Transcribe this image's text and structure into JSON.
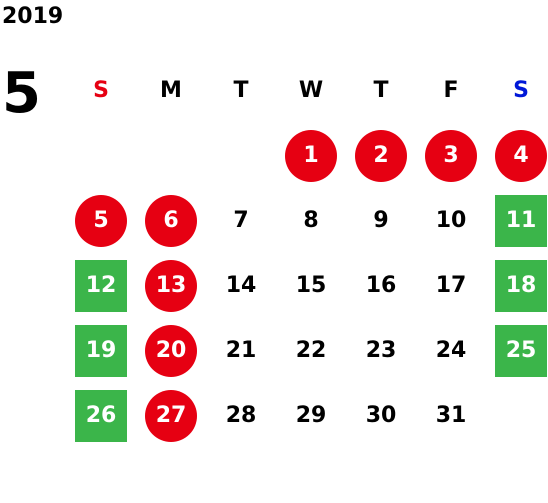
{
  "year": "2019",
  "month": "5",
  "weekdays": [
    {
      "label": "S",
      "kind": "sun"
    },
    {
      "label": "M",
      "kind": ""
    },
    {
      "label": "T",
      "kind": ""
    },
    {
      "label": "W",
      "kind": ""
    },
    {
      "label": "T",
      "kind": ""
    },
    {
      "label": "F",
      "kind": ""
    },
    {
      "label": "S",
      "kind": "sat"
    }
  ],
  "leading_blanks": 3,
  "days": [
    {
      "day": "1",
      "style": "holiday"
    },
    {
      "day": "2",
      "style": "holiday"
    },
    {
      "day": "3",
      "style": "holiday"
    },
    {
      "day": "4",
      "style": "holiday"
    },
    {
      "day": "5",
      "style": "holiday"
    },
    {
      "day": "6",
      "style": "holiday"
    },
    {
      "day": "7",
      "style": "normal"
    },
    {
      "day": "8",
      "style": "normal"
    },
    {
      "day": "9",
      "style": "normal"
    },
    {
      "day": "10",
      "style": "normal"
    },
    {
      "day": "11",
      "style": "weekend"
    },
    {
      "day": "12",
      "style": "weekend"
    },
    {
      "day": "13",
      "style": "holiday"
    },
    {
      "day": "14",
      "style": "normal"
    },
    {
      "day": "15",
      "style": "normal"
    },
    {
      "day": "16",
      "style": "normal"
    },
    {
      "day": "17",
      "style": "normal"
    },
    {
      "day": "18",
      "style": "weekend"
    },
    {
      "day": "19",
      "style": "weekend"
    },
    {
      "day": "20",
      "style": "holiday"
    },
    {
      "day": "21",
      "style": "normal"
    },
    {
      "day": "22",
      "style": "normal"
    },
    {
      "day": "23",
      "style": "normal"
    },
    {
      "day": "24",
      "style": "normal"
    },
    {
      "day": "25",
      "style": "weekend"
    },
    {
      "day": "26",
      "style": "weekend"
    },
    {
      "day": "27",
      "style": "holiday"
    },
    {
      "day": "28",
      "style": "normal"
    },
    {
      "day": "29",
      "style": "normal"
    },
    {
      "day": "30",
      "style": "normal"
    },
    {
      "day": "31",
      "style": "normal"
    }
  ],
  "colors": {
    "holiday": "#e60012",
    "weekend": "#3bb54a",
    "sunday_label": "#e60012",
    "saturday_label": "#0018d8"
  }
}
